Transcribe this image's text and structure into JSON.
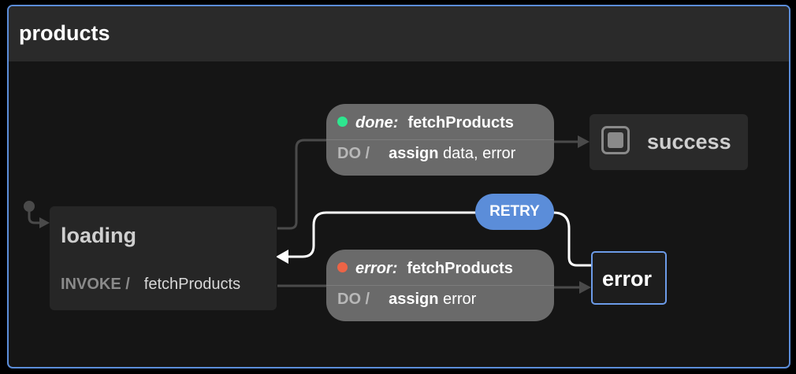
{
  "machine": {
    "title": "products"
  },
  "states": {
    "loading": {
      "title": "loading",
      "invoke_label": "INVOKE /",
      "invoke_src": "fetchProducts"
    },
    "success": {
      "title": "success"
    },
    "error": {
      "title": "error"
    }
  },
  "transitions": {
    "done": {
      "event_type": "done:",
      "event_source": "fetchProducts",
      "do_label": "DO /",
      "action_name": "assign",
      "action_args": " data, error",
      "dot_color": "#2ee68f"
    },
    "error": {
      "event_type": "error:",
      "event_source": "fetchProducts",
      "do_label": "DO /",
      "action_name": "assign",
      "action_args": " error",
      "dot_color": "#ec6446"
    },
    "retry": {
      "label": "RETRY"
    }
  },
  "colors": {
    "accent": "#5b8dd9",
    "edge": "#4a4a4a",
    "active_edge": "#ffffff"
  }
}
